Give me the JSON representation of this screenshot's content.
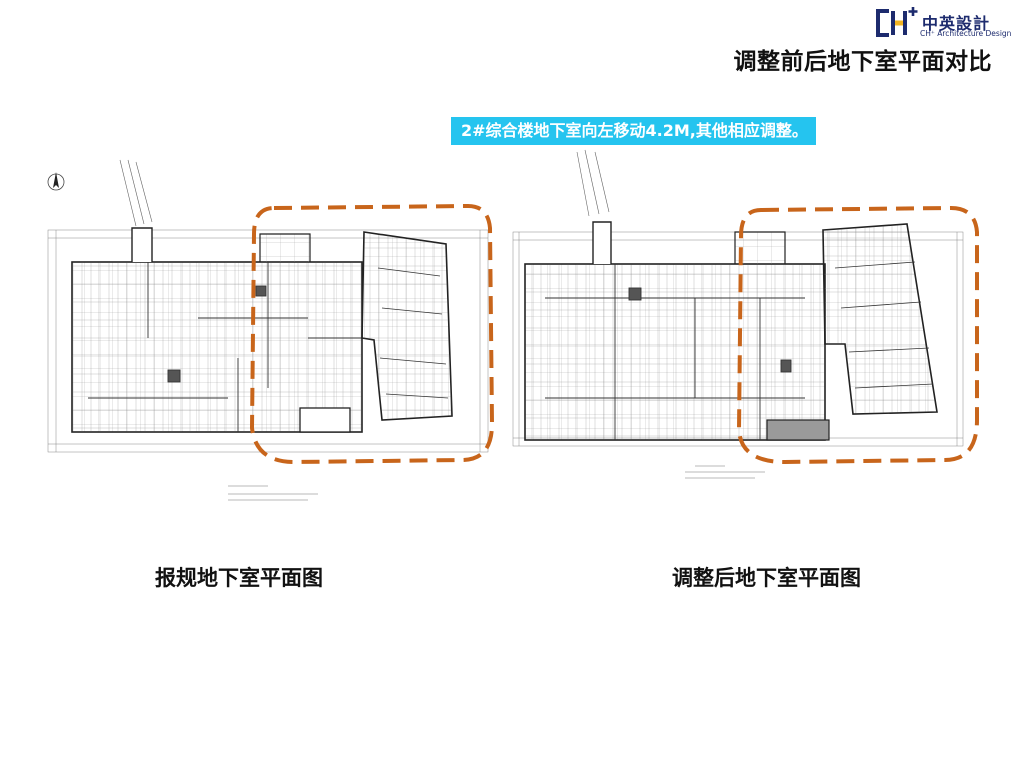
{
  "logo": {
    "mark_text": "CH",
    "mark_superscript": "+",
    "brand_cn": "中英設計",
    "brand_en": "CH⁺ Architecture Design",
    "colors": {
      "navy": "#1d2b6e",
      "gold": "#f3b423"
    }
  },
  "slide_title": "调整前后地下室平面对比",
  "callout": {
    "text": "2#综合楼地下室向左移动4.2M,其他相应调整。",
    "background": "#25c4ef"
  },
  "plans": {
    "left": {
      "caption": "报规地下室平面图"
    },
    "right": {
      "caption": "调整后地下室平面图"
    }
  },
  "highlight": {
    "color": "#c8651b",
    "style": "dashed",
    "icon": "dashed-highlight-outline"
  },
  "icons": [
    "north-arrow-icon",
    "dashed-highlight-outline"
  ]
}
